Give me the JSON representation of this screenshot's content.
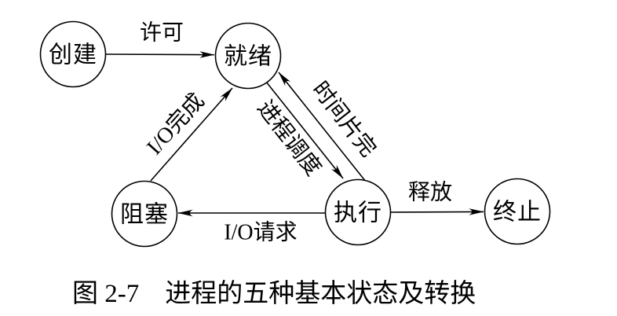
{
  "diagram": {
    "title": "进程的五种基本状态及转换",
    "states": {
      "create": "创建",
      "ready": "就绪",
      "blocked": "阻塞",
      "running": "执行",
      "terminated": "终止"
    },
    "transitions": {
      "admit": "许可",
      "io_complete": "I/O完成",
      "dispatch": "进程调度",
      "timeslice_expired": "时间片完",
      "io_request": "I/O请求",
      "release": "释放"
    },
    "caption": "图 2-7　进程的五种基本状态及转换",
    "colors": {
      "ink": "#000000",
      "background": "#ffffff"
    }
  }
}
